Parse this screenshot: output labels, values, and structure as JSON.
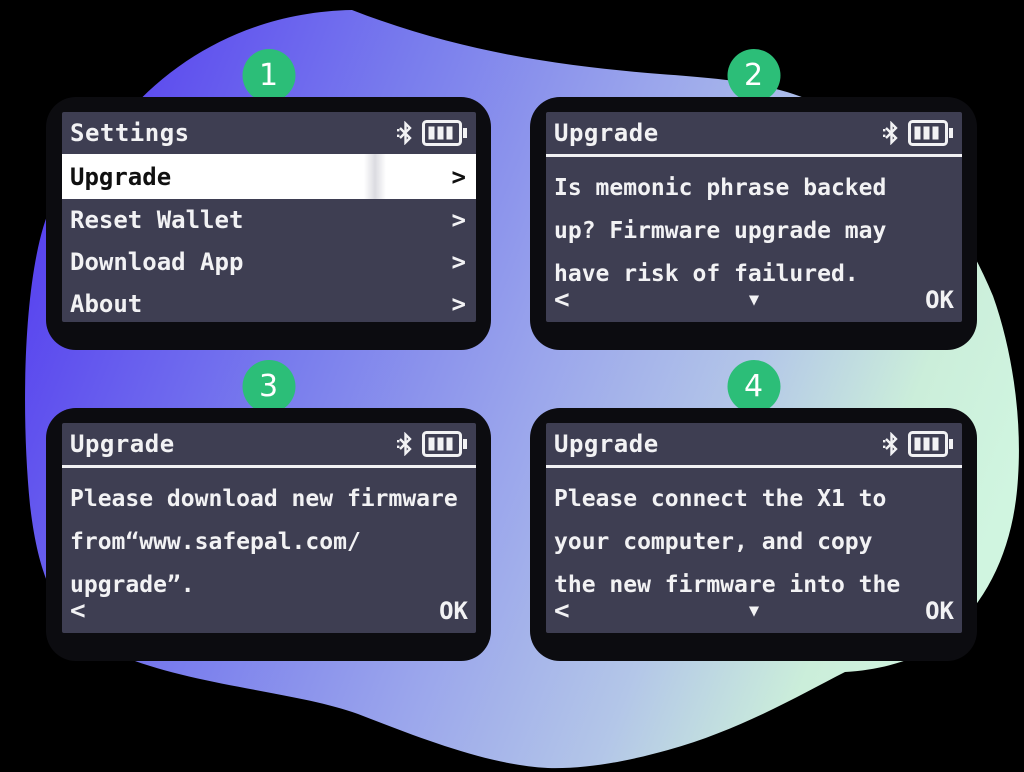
{
  "palette": {
    "blob_purple": "#5742ef",
    "blob_periwinkle": "#9aa5ec",
    "blob_mint": "#d0f5e0",
    "badge_green": "#2cbe78",
    "screen_bg": "#3e3e52",
    "screen_text": "#f2f2f4",
    "bezel_black": "#0c0c10",
    "selected_row_bg": "#ffffff",
    "selected_row_text": "#101010"
  },
  "status_icons": [
    "bluetooth-icon",
    "battery-icon"
  ],
  "devices": [
    {
      "badge": "1",
      "title": "Settings",
      "menu": [
        {
          "label": "Upgrade",
          "chevron": ">",
          "selected": true
        },
        {
          "label": "Reset Wallet",
          "chevron": ">",
          "selected": false
        },
        {
          "label": "Download App",
          "chevron": ">",
          "selected": false
        },
        {
          "label": "About",
          "chevron": ">",
          "selected": false
        }
      ]
    },
    {
      "badge": "2",
      "title": "Upgrade",
      "lines": [
        "Is memonic phrase backed",
        "up? Firmware upgrade may",
        "have risk of failured."
      ],
      "nav": {
        "back": "<",
        "down": "▼",
        "ok": "OK"
      }
    },
    {
      "badge": "3",
      "title": "Upgrade",
      "lines": [
        "Please download new firmware",
        "from“www.safepal.com/",
        "upgrade”."
      ],
      "nav": {
        "back": "<",
        "ok": "OK"
      }
    },
    {
      "badge": "4",
      "title": "Upgrade",
      "lines": [
        "Please connect the X1 to",
        "your computer, and copy",
        "the new firmware into the"
      ],
      "nav": {
        "back": "<",
        "down": "▼",
        "ok": "OK"
      }
    }
  ]
}
